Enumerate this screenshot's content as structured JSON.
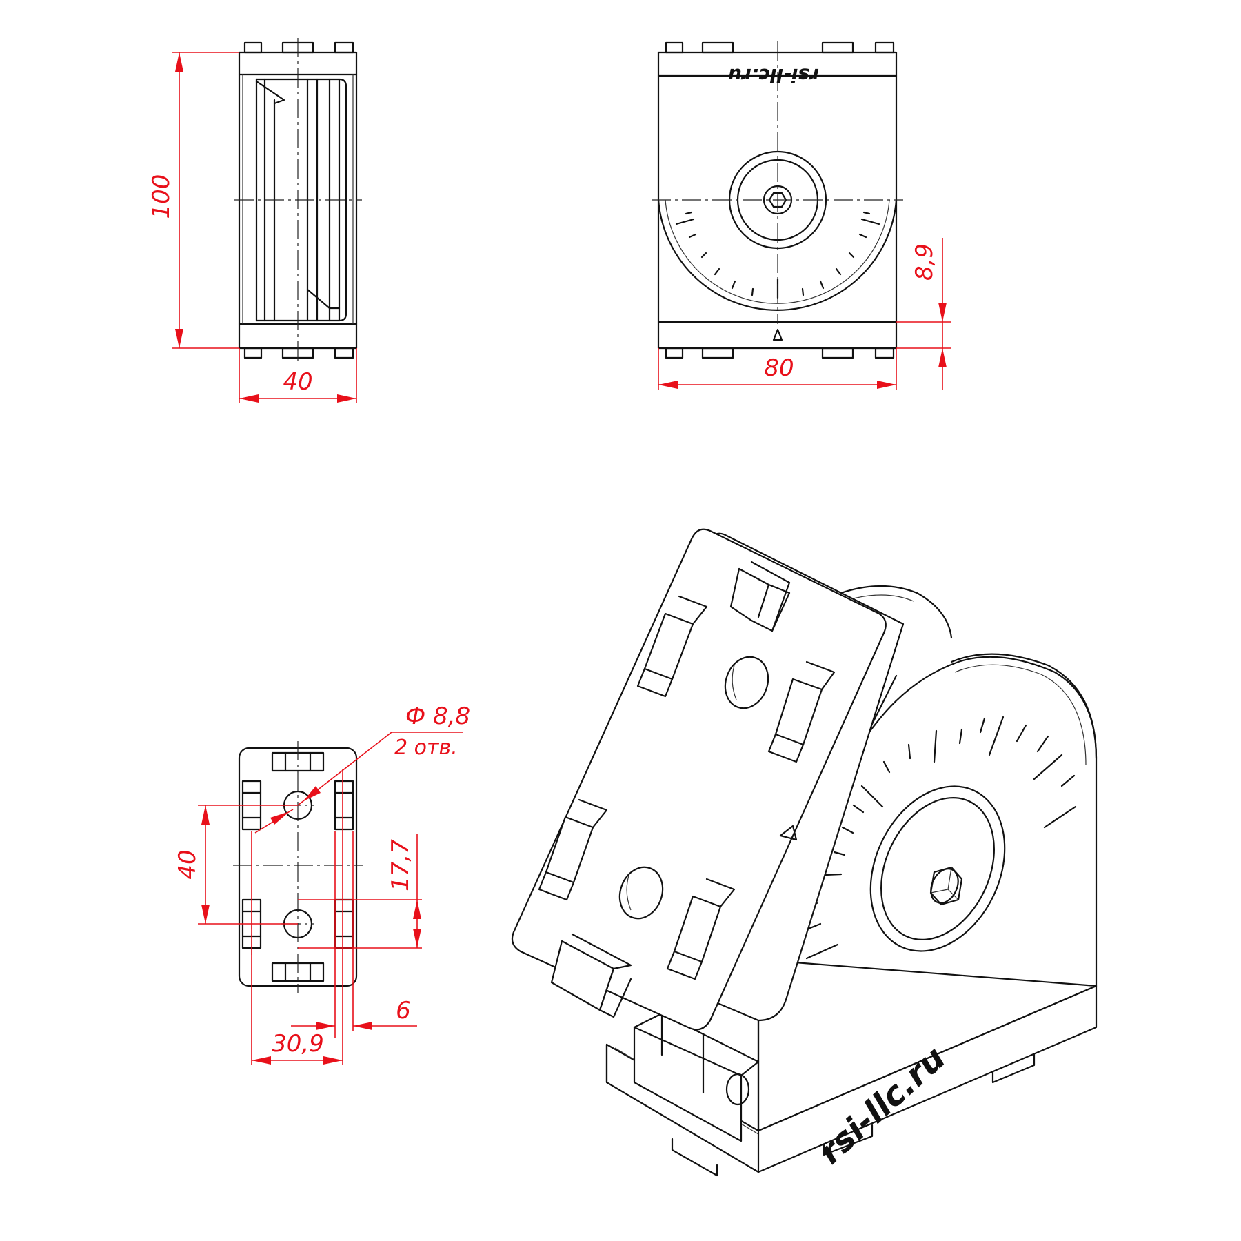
{
  "watermark": {
    "top_view_logo": "rsi-llc.ru",
    "iso_view_logo": "rsi-llc.ru"
  },
  "dimensions": {
    "side_height": "100",
    "side_width": "40",
    "front_width": "80",
    "front_base_offset": "8,9",
    "bottom_hole_diameter": "Ф 8,8",
    "bottom_hole_count": "2 отв.",
    "bottom_hole_spacing": "40",
    "bottom_hole_offset": "17,7",
    "bottom_slot_width": "6",
    "bottom_width": "30,9"
  },
  "colors": {
    "dimension": "#e8101a",
    "outline": "#111111"
  }
}
